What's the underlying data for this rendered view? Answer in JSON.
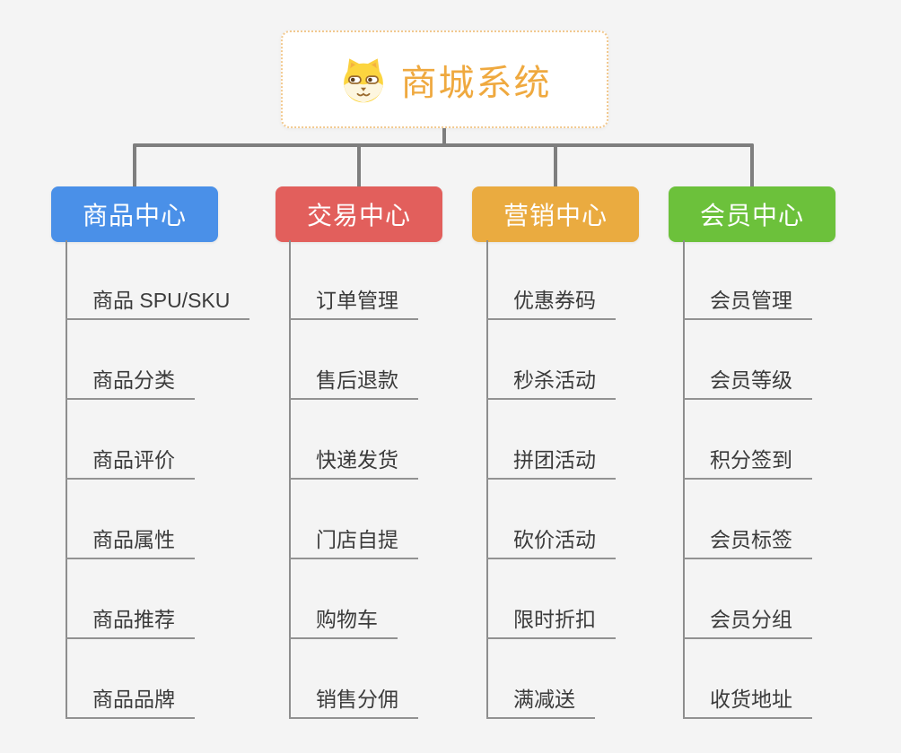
{
  "canvas": {
    "background": "#f4f4f4",
    "connector_color": "#7e7e7e",
    "leaf_line_color": "#929292",
    "leaf_text_color": "#3b3b3b"
  },
  "root": {
    "title": "商城系统",
    "title_color": "#efa93f",
    "border_color": "#f2c98f",
    "background": "#ffffff",
    "icon": "shiba-dog-icon"
  },
  "branches": [
    {
      "title": "商品中心",
      "color": "#4a90e8",
      "items": [
        "商品 SPU/SKU",
        "商品分类",
        "商品评价",
        "商品属性",
        "商品推荐",
        "商品品牌"
      ]
    },
    {
      "title": "交易中心",
      "color": "#e25f5c",
      "items": [
        "订单管理",
        "售后退款",
        "快递发货",
        "门店自提",
        "购物车",
        "销售分佣"
      ]
    },
    {
      "title": "营销中心",
      "color": "#eaab40",
      "items": [
        "优惠券码",
        "秒杀活动",
        "拼团活动",
        "砍价活动",
        "限时折扣",
        "满减送"
      ]
    },
    {
      "title": "会员中心",
      "color": "#6cc13b",
      "items": [
        "会员管理",
        "会员等级",
        "积分签到",
        "会员标签",
        "会员分组",
        "收货地址"
      ]
    }
  ]
}
